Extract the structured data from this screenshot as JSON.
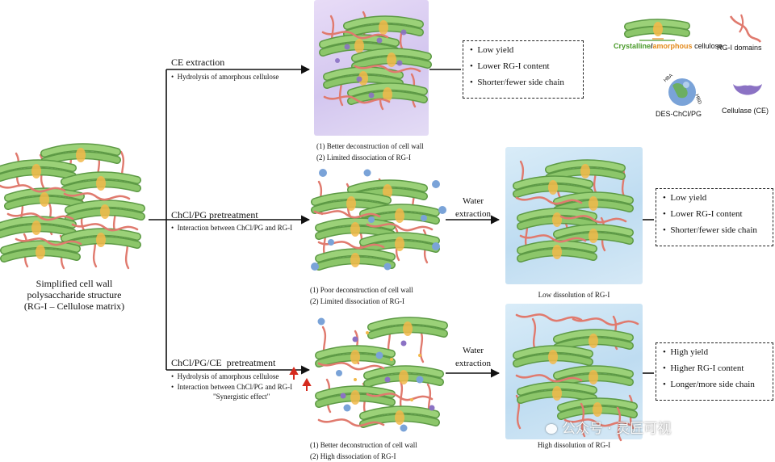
{
  "left_structure": {
    "caption_line1": "Simplified cell wall",
    "caption_line2": "polysaccharide structure",
    "caption_line3": "(RG-I – Cellulose matrix)"
  },
  "pathways": [
    {
      "name": "CE extraction",
      "bullets": [
        "Hydrolysis of amorphous cellulose"
      ],
      "step1_result": [
        "(1) Better deconstruction of cell wall",
        "(2) Limited dissociation of RG-I"
      ],
      "outcomes": [
        "Low yield",
        "Lower RG-I content",
        "Shorter/fewer side chain"
      ]
    },
    {
      "name": "ChCl/PG pretreatment",
      "bullets": [
        "Interaction between ChCl/PG and RG-I"
      ],
      "step1_result": [
        "(1) Poor deconstruction of cell wall",
        "(2) Limited dissociation of RG-I"
      ],
      "water_step": [
        "Water",
        "extraction"
      ],
      "step2_result": "Low dissolution of RG-I",
      "outcomes": [
        "Low yield",
        "Lower RG-I content",
        "Shorter/fewer side chain"
      ]
    },
    {
      "name": "ChCl/PG/CE  pretreatment",
      "bullets": [
        "Hydrolysis of amorphous cellulose",
        "Interaction between ChCl/PG and RG-I"
      ],
      "note": "\"Synergistic effect\"",
      "step1_result": [
        "(1) Better deconstruction of cell wall",
        "(2) High dissociation of RG-I"
      ],
      "water_step": [
        "Water",
        "extraction"
      ],
      "step2_result": "High dissolution of RG-I",
      "outcomes": [
        "High yield",
        "Higher RG-I content",
        "Longer/more side chain"
      ]
    }
  ],
  "legend": {
    "crystalline": "Crystalline",
    "slash": "/",
    "amorphous": "amorphous",
    "cellulose": " cellulose",
    "rg1": "RG-I domains",
    "des": "DES-ChCl/PG",
    "des_hba": "HBA",
    "des_hbd": "HBD",
    "cellulase": "Cellulase (CE)"
  },
  "watermark": "公众号 · 灵匠可视",
  "colors": {
    "fiber": "#8cc66a",
    "fiber_dark": "#5d9a45",
    "amorphous": "#f2b94a",
    "rg1": "#e07a6e",
    "des": "#7aa3d8",
    "cellulase": "#8b72c4",
    "legend_green": "#4a9a2a",
    "legend_orange": "#e38a1c",
    "arrow_up": "#d52a1e"
  }
}
